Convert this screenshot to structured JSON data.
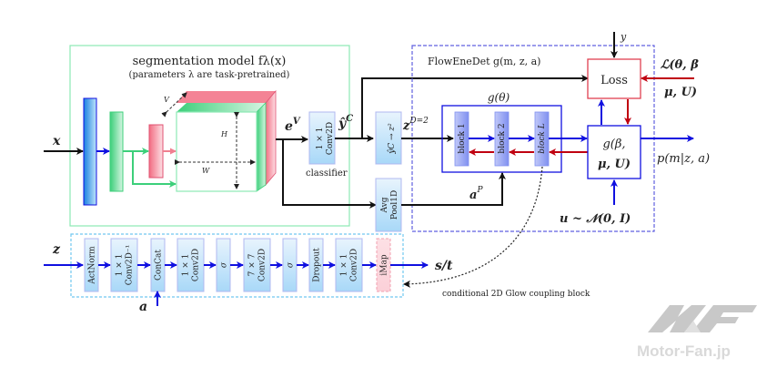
{
  "seg_model": {
    "title": "segmentation model fλ(x)",
    "subtitle": "(parameters λ are task-pretrained)",
    "dim_v": "V",
    "dim_h": "H",
    "dim_w": "W"
  },
  "inputs": {
    "x": "x",
    "e_v": "e",
    "e_v_sup": "V",
    "y_hat": "ŷ",
    "y_hat_sup": "C",
    "z_d": "z",
    "z_d_sup": "D=2",
    "a_p": "a",
    "a_p_sup": "P",
    "y": "y"
  },
  "classifier": {
    "line1": "1 × 1",
    "line2": "Conv2D",
    "caption": "classifier"
  },
  "projection": {
    "label": "ŷC → z²"
  },
  "avgpool": {
    "line1": "Avg",
    "line2": "Pool1D"
  },
  "flow": {
    "title": "FlowEneDet g(m, z, a)",
    "g_theta": "g(θ)",
    "blocks": [
      "block 1",
      "block 2",
      "block L"
    ],
    "g_beta_line1": "g(β,",
    "g_beta_line2": "μ, U)",
    "loss": "Loss",
    "loss_fn_line1": "ℒ(θ, β",
    "loss_fn_line2": "μ, U)",
    "output": "p(m|z, a)",
    "noise": "u ~ 𝒩(0, I)"
  },
  "coupling": {
    "input": "z",
    "cond": "a",
    "output": "s/t",
    "caption": "conditional 2D Glow coupling block",
    "layers": [
      {
        "l1": "ActNorm",
        "l2": ""
      },
      {
        "l1": "1 × 1",
        "l2": "Conv2D⁻¹"
      },
      {
        "l1": "ConCat",
        "l2": ""
      },
      {
        "l1": "1 × 1",
        "l2": "Conv2D"
      },
      {
        "l1": "σ",
        "l2": ""
      },
      {
        "l1": "7 × 7",
        "l2": "Conv2D"
      },
      {
        "l1": "σ",
        "l2": ""
      },
      {
        "l1": "Dropout",
        "l2": ""
      },
      {
        "l1": "1 × 1",
        "l2": "Conv2D"
      },
      {
        "l1": "iMap",
        "l2": ""
      }
    ]
  },
  "watermark": {
    "text": "Motor-Fan.jp"
  },
  "colors": {
    "green": "#4cd68a",
    "blue": "#1010e0",
    "red": "#c00010",
    "pink": "#f08090",
    "light_blue": "#a8d8f8",
    "dashed_blue": "#6060e0",
    "cyan_dash": "#70c8f0"
  }
}
